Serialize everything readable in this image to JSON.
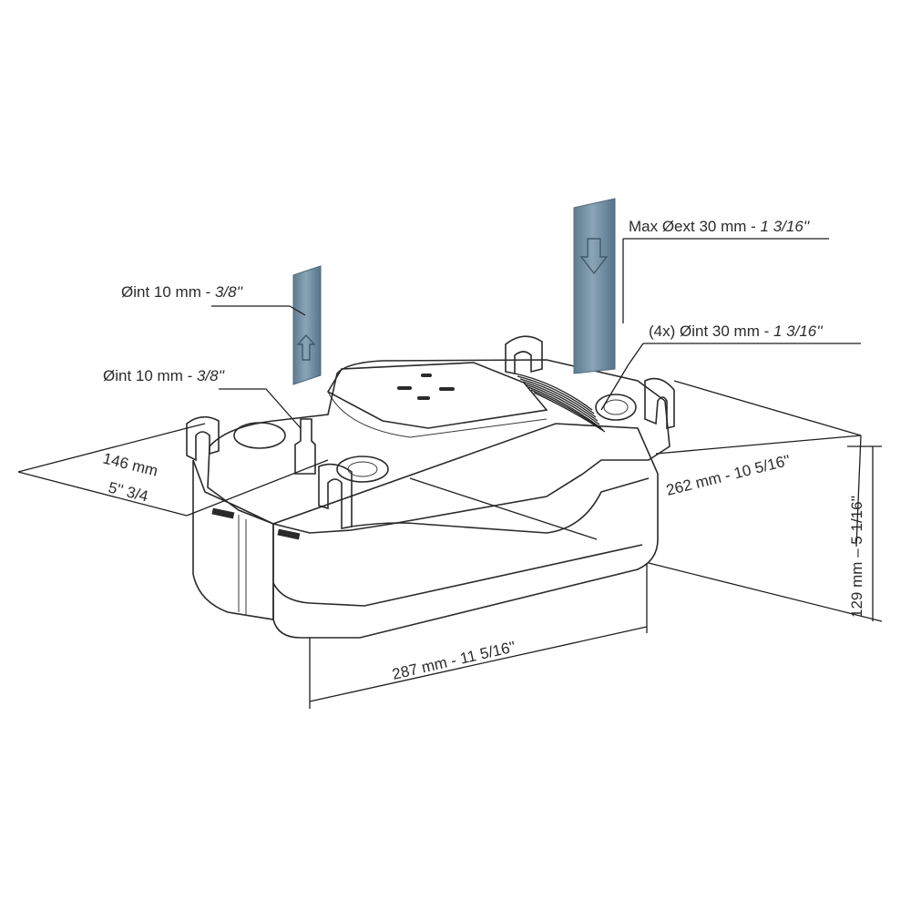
{
  "labels": {
    "inlet_left_top": {
      "main": "Øint 10 mm - ",
      "frac": "3/8''"
    },
    "inlet_left_bottom": {
      "main": "Øint 10 mm - ",
      "frac": "3/8''"
    },
    "outlet_max": {
      "main": "Max Øext 30 mm - ",
      "frac": "1 3/16''"
    },
    "inlet_4x": {
      "main": "(4x) Øint 30 mm - ",
      "frac": "1 3/16''"
    },
    "depth_mm": "146 mm",
    "depth_in": "5'' 3/4",
    "width_diag": "262 mm - 10 5/16''",
    "height": "129 mm – 5 1/16''",
    "length": "287 mm - 11 5/16''"
  },
  "colors": {
    "pipe": "#6e8ca0",
    "pipe_dark": "#4f6b7e",
    "body": "#ffffff",
    "outline": "#2a2a2a"
  },
  "icons": [
    "arrow-up-icon",
    "arrow-down-icon"
  ]
}
